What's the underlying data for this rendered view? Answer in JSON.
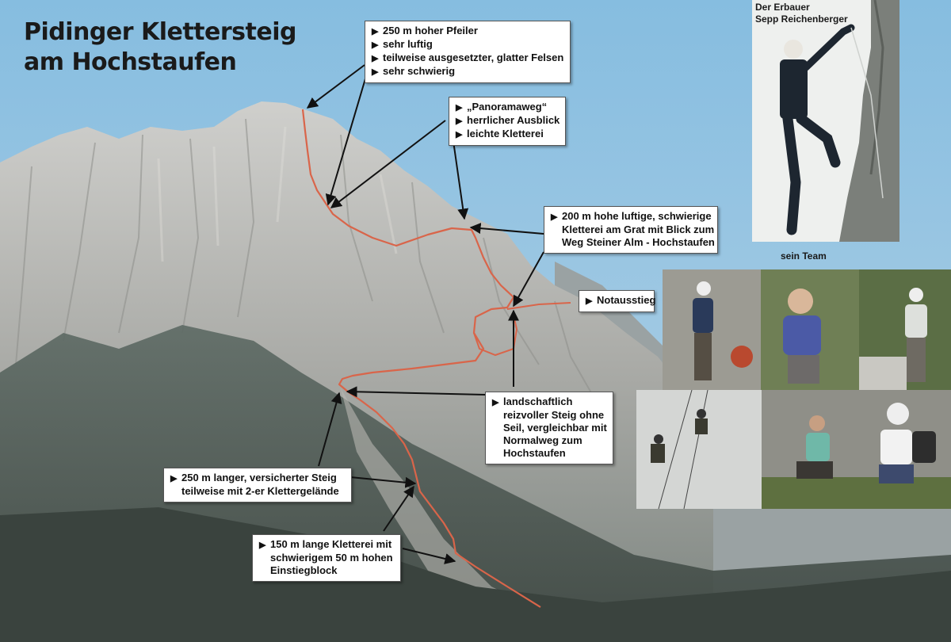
{
  "title": {
    "line1": "Pidinger Klettersteig",
    "line2": "am Hochstaufen"
  },
  "builder": {
    "line1": "Der Erbauer",
    "line2": "Sepp Reichenberger",
    "team": "sein Team"
  },
  "callouts": {
    "pfeiler": [
      "250 m hoher Pfeiler",
      "sehr luftig",
      "teilweise ausgesetzter, glatter Felsen",
      "sehr schwierig"
    ],
    "panorama": [
      "„Panoramaweg“",
      "herrlicher Ausblick",
      "leichte Kletterei"
    ],
    "grat": [
      "200 m hohe luftige, schwierige",
      "Kletterei am Grat mit Blick zum",
      "Weg Steiner Alm - Hochstaufen"
    ],
    "notausstieg": [
      "Notausstieg"
    ],
    "landschaft": [
      "landschaftlich",
      "reizvoller Steig ohne",
      "Seil, vergleichbar mit",
      "Normalweg zum",
      "Hochstaufen"
    ],
    "steig": [
      "250 m langer, versicherter Steig",
      "teilweise mit 2-er Klettergelände"
    ],
    "einstieg": [
      "150 m lange Kletterei mit",
      "schwierigem 50 m hohen",
      "Einstiegblock"
    ]
  },
  "colors": {
    "sky": "#8fc0e0",
    "route": "#d9654a",
    "arrow": "#111111"
  }
}
